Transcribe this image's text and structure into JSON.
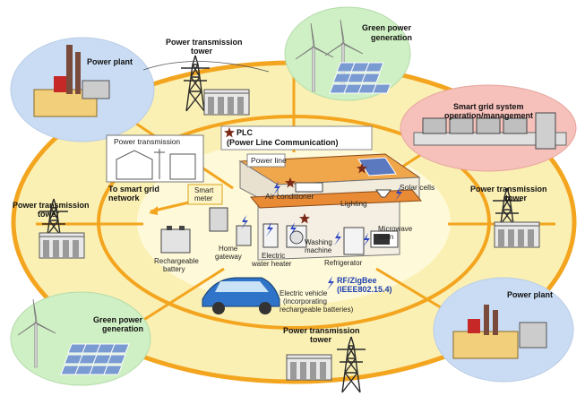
{
  "labels": {
    "power_plant_top": "Power plant",
    "tower_top": [
      "Power transmission",
      "tower"
    ],
    "green_top": [
      "Green power",
      "generation"
    ],
    "smart_grid": [
      "Smart grid system",
      "operation/management"
    ],
    "plc": [
      "PLC",
      "(Power Line Communication)"
    ],
    "power_transmission_box": "Power transmission",
    "to_smart_grid": [
      "To smart grid",
      "network"
    ],
    "smart_meter": [
      "Smart",
      "meter"
    ],
    "power_line": "Power line",
    "air_conditioner": "Air conditioner",
    "lighting": "Lighting",
    "solar_cells": "Solar cells",
    "tower_right": [
      "Power transmission",
      "tower"
    ],
    "tower_left": [
      "Power transmission",
      "tower"
    ],
    "home_gateway": [
      "Home",
      "gateway"
    ],
    "water_heater": [
      "Electric",
      "water heater"
    ],
    "washing_machine": [
      "Washing",
      "machine"
    ],
    "microwave": [
      "Microwave",
      "oven"
    ],
    "refrigerator": "Refrigerator",
    "battery": [
      "Rechargeable",
      "battery"
    ],
    "rf_zigbee": [
      "RF/ZigBee",
      "(IEEE802.15.4)"
    ],
    "ev": [
      "Electric vehicle",
      "(incorporating",
      "rechargeable batteries)"
    ],
    "green_bottom": [
      "Green power",
      "generation"
    ],
    "tower_bottom": [
      "Power transmission",
      "tower"
    ],
    "power_plant_bottom": "Power plant"
  },
  "colors": {
    "ring": "#f3a51f",
    "ring_fill": "#fbf0b3",
    "bubble_blue": "#c9dcf3",
    "bubble_green": "#cfefc4",
    "bubble_red": "#f6c1bb",
    "star": "#7b2a18"
  },
  "icons": [
    "star-icon",
    "wireless-bolt-icon",
    "arrow-icon"
  ]
}
